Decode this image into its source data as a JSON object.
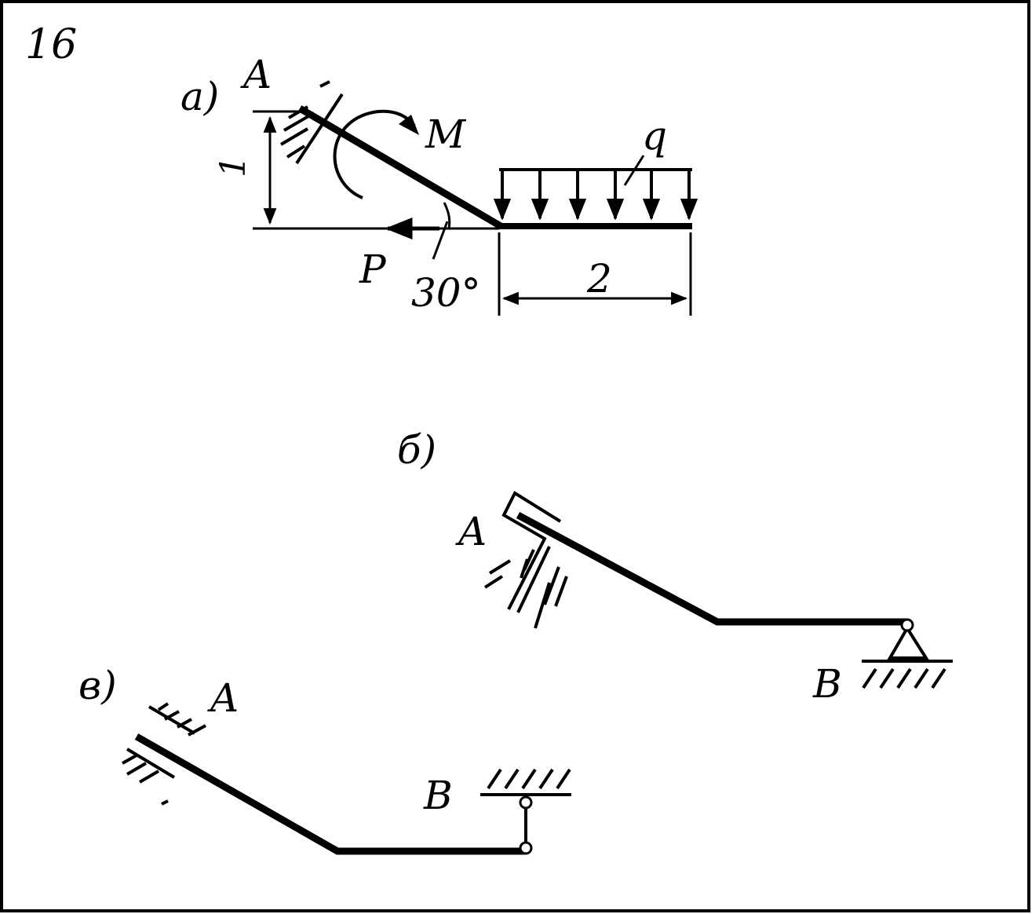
{
  "problem_number": "16",
  "panel_a": {
    "label": "а)",
    "point_a": "A",
    "moment": "M",
    "distributed_load": "q",
    "force": "P",
    "angle": "30°",
    "height_dimension": "1",
    "length_dimension": "2"
  },
  "panel_b": {
    "label": "б)",
    "point_a": "A",
    "point_b": "B"
  },
  "panel_c": {
    "label": "в)",
    "point_a": "A",
    "point_b": "B"
  },
  "colors": {
    "ink": "#000000",
    "paper": "#ffffff"
  }
}
